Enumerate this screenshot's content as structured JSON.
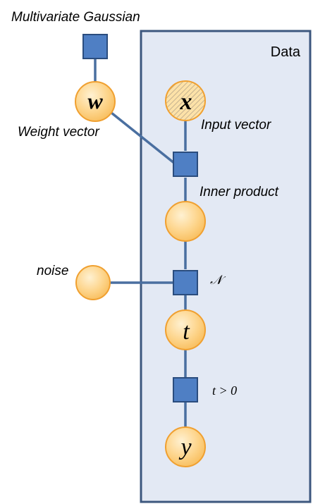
{
  "plate": {
    "label": "Data"
  },
  "prior": {
    "label": "Multivariate Gaussian"
  },
  "nodes": {
    "w": {
      "symbol": "w",
      "label": "Weight vector"
    },
    "x": {
      "symbol": "x",
      "label": "Input vector"
    },
    "inner_product": {
      "label": "Inner product"
    },
    "noise": {
      "label": "noise"
    },
    "noise_factor": {
      "label": "𝒩"
    },
    "t": {
      "symbol": "t"
    },
    "threshold_factor": {
      "label": "t > 0"
    },
    "y": {
      "symbol": "y"
    }
  },
  "colors": {
    "plate_fill": "#e3e9f4",
    "plate_stroke": "#3c577e",
    "edge": "#4a6fa0",
    "factor_fill": "#4f7fc4",
    "factor_stroke": "#2b4d7e",
    "node_fill": "#fdd692",
    "node_stroke": "#f0a030",
    "observed_fill": "#f5c86a"
  }
}
